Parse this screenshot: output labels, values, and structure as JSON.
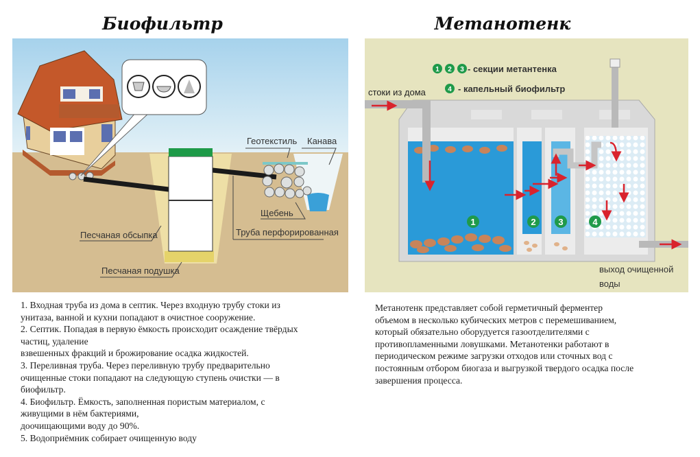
{
  "left": {
    "title": "Биофильтр",
    "labels": {
      "geotextile": "Геотекстиль",
      "ditch": "Канава",
      "gravel": "Щебень",
      "perforated_pipe": "Труба перфорированная",
      "sand_fill": "Песчаная обсыпка",
      "sand_cushion": "Песчаная подушка"
    },
    "description": "1. Входная труба из дома в септик. Через входную трубу стоки из\nунитаза, ванной и кухни попадают в очистное сооружение.\n2. Септик. Попадая в первую ёмкость происходит осаждение твёрдых\nчастиц, удаление\nвзвешенных фракций и брожирование осадка жидкостей.\n3. Переливная труба. Через переливную трубу предварительно\nочищенные стоки попадают на следующую ступень очистки — в\nбиофильтр.\n4. Биофильтр. Ёмкость, заполненная пористым материалом, с\nживущими в нём бактериями,\nдоочищающими воду до 90%.\n5. Водоприёмник собирает очищенную воду"
  },
  "right": {
    "title": "Метанотенк",
    "labels": {
      "legend_sections_nums": [
        "1",
        "2",
        "3"
      ],
      "legend_sections": "- секции метантенка",
      "legend_biofilter_num": "4",
      "legend_biofilter": "- капельный биофильтр",
      "inflow": "стоки из дома",
      "outflow_line1": "выход очищенной",
      "outflow_line2": "воды",
      "section_nums": [
        "1",
        "2",
        "3",
        "4"
      ]
    },
    "description": "Метанотенк представляет собой герметичный ферментер\nобъемом в несколько кубических метров с перемешиванием,\nкоторый обязательно оборудуется газоотделителями с\nпротивопламенными ловушками. Метанотенки работают в\nпериодическом режиме загрузки отходов или сточных вод с\nпостоянным отбором биогаза и выгрузкой твердого осадка после\nзавершения процесса."
  },
  "colors": {
    "sky": "#b9dcef",
    "ground": "#d5bd91",
    "water": "#2a9ad8",
    "accent_green": "#1f9a4a",
    "arrow_red": "#d9232d",
    "bg_beige": "#e6e4bf"
  }
}
